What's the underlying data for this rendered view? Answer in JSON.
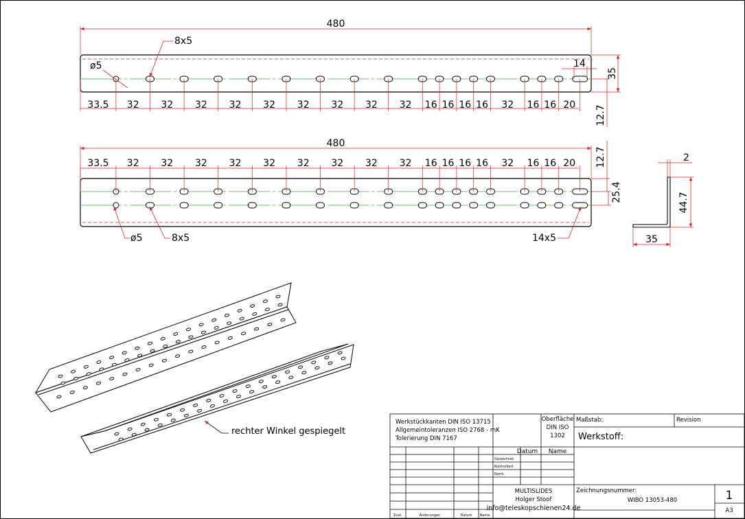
{
  "view_top": {
    "overall_length": "480",
    "slot_label": "8x5",
    "hole_label": "ø5",
    "end_slot_width": "14",
    "height": "35",
    "hole_offset": "12.7",
    "pitch_labels": [
      "33.5",
      "32",
      "32",
      "32",
      "32",
      "32",
      "32",
      "32",
      "32",
      "32",
      "16",
      "16",
      "16",
      "16",
      "32",
      "16",
      "16",
      "20"
    ]
  },
  "view_bottom": {
    "overall_length": "480",
    "row_offset": "12.7",
    "row_spacing": "25.4",
    "pitch_labels": [
      "33.5",
      "32",
      "32",
      "32",
      "32",
      "32",
      "32",
      "32",
      "32",
      "32",
      "16",
      "16",
      "16",
      "16",
      "32",
      "16",
      "16",
      "20"
    ],
    "hole_label": "ø5",
    "slot_label": "8x5",
    "end_slot_label": "14x5"
  },
  "profile": {
    "thickness": "2",
    "height": "44.7",
    "width": "35"
  },
  "iso_note": "rechter Winkel gespiegelt",
  "title_block": {
    "notes": [
      "Werkstückkanten DIN ISO 13715",
      "Allgemeintoleranzen ISO 2768 - mK",
      "Tolerierung DIN 7167"
    ],
    "surface": [
      "Oberfläche",
      "DIN ISO",
      "1302"
    ],
    "scale_label": "Maßstab:",
    "revision_label": "Revision",
    "material_label": "Werkstoff:",
    "col_datum": "Datum",
    "col_name": "Name",
    "row_drawn": "Gezeichnet",
    "row_checked": "Kontrolliert",
    "row_norm": "Norm",
    "company": "MULTISLIDES",
    "person": "Holger Stoof",
    "email": "info@teleskopschienen24.de",
    "drawing_no_label": "Zeichnungsnummer:",
    "drawing_no": "WIBO 13053-480",
    "sheet_no": "1",
    "format": "A3",
    "foot": [
      "Zust.",
      "Änderungen",
      "Datum",
      "Name"
    ]
  }
}
